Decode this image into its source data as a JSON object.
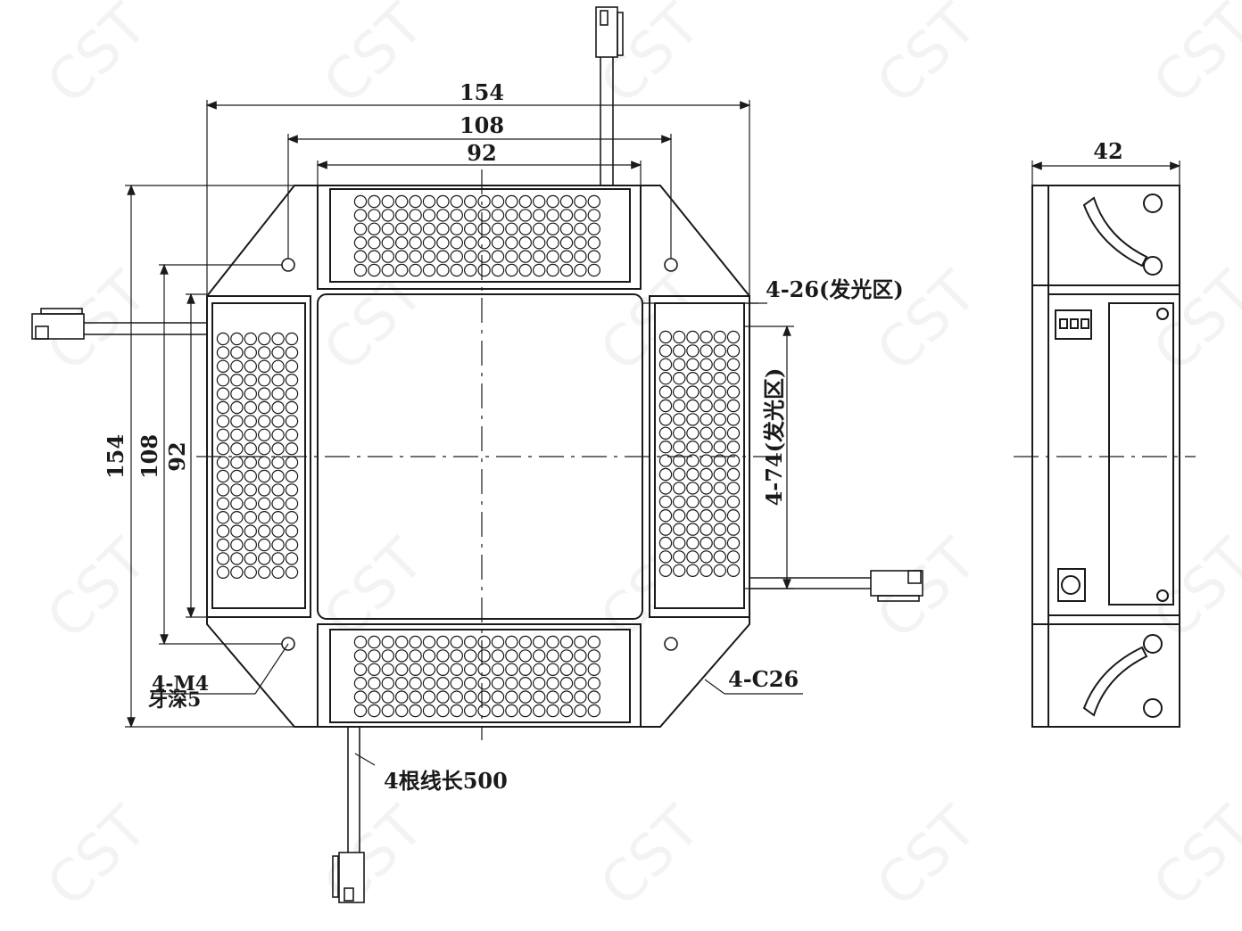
{
  "watermark": "CST",
  "front_view": {
    "dim_outer_width": "154",
    "dim_mount_width": "108",
    "dim_inner_width": "92",
    "dim_outer_height": "154",
    "dim_mount_height": "108",
    "dim_inner_height": "92",
    "light_zone_width": "4-26(发光区)",
    "light_zone_length": "4-74(发光区)",
    "chamfer": "4-C26",
    "thread_spec": "4-M4",
    "thread_depth": "牙深5",
    "cable_note": "4根线长500"
  },
  "side_view": {
    "dim_thickness": "42"
  },
  "colors": {
    "line": "#1a1a1a",
    "led_fill": "#d8d8d8",
    "panel_fill": "#ffffff"
  }
}
